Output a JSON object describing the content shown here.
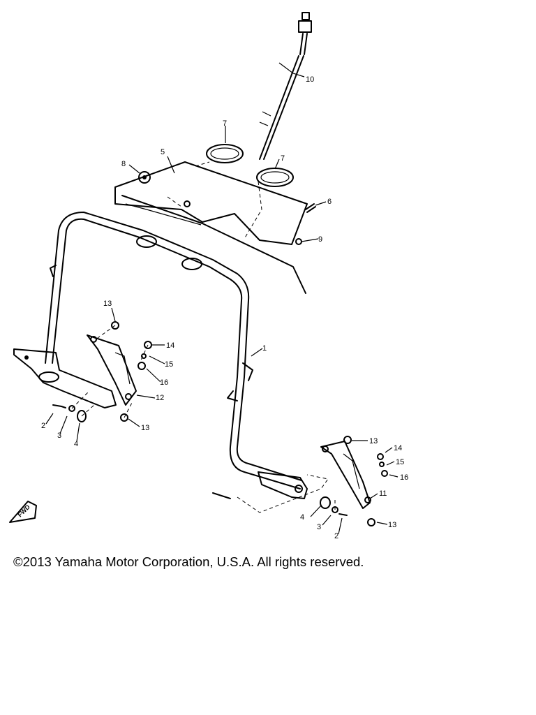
{
  "diagram": {
    "callouts": [
      {
        "id": "c10",
        "text": "10"
      },
      {
        "id": "c7a",
        "text": "7"
      },
      {
        "id": "c7b",
        "text": "7"
      },
      {
        "id": "c5",
        "text": "5"
      },
      {
        "id": "c8",
        "text": "8"
      },
      {
        "id": "c6",
        "text": "6"
      },
      {
        "id": "c9",
        "text": "9"
      },
      {
        "id": "c1",
        "text": "1"
      },
      {
        "id": "c13a",
        "text": "13"
      },
      {
        "id": "c14a",
        "text": "14"
      },
      {
        "id": "c15a",
        "text": "15"
      },
      {
        "id": "c16a",
        "text": "16"
      },
      {
        "id": "c12",
        "text": "12"
      },
      {
        "id": "c13b",
        "text": "13"
      },
      {
        "id": "c2a",
        "text": "2"
      },
      {
        "id": "c3a",
        "text": "3"
      },
      {
        "id": "c4a",
        "text": "4"
      },
      {
        "id": "c13c",
        "text": "13"
      },
      {
        "id": "c14b",
        "text": "14"
      },
      {
        "id": "c15b",
        "text": "15"
      },
      {
        "id": "c16b",
        "text": "16"
      },
      {
        "id": "c11",
        "text": "11"
      },
      {
        "id": "c4b",
        "text": "4"
      },
      {
        "id": "c3b",
        "text": "3"
      },
      {
        "id": "c2b",
        "text": "2"
      },
      {
        "id": "c13d",
        "text": "13"
      }
    ],
    "fwd_label": "FWD"
  },
  "footer": {
    "copyright": "©2013 Yamaha Motor Corporation, U.S.A. All rights reserved."
  }
}
